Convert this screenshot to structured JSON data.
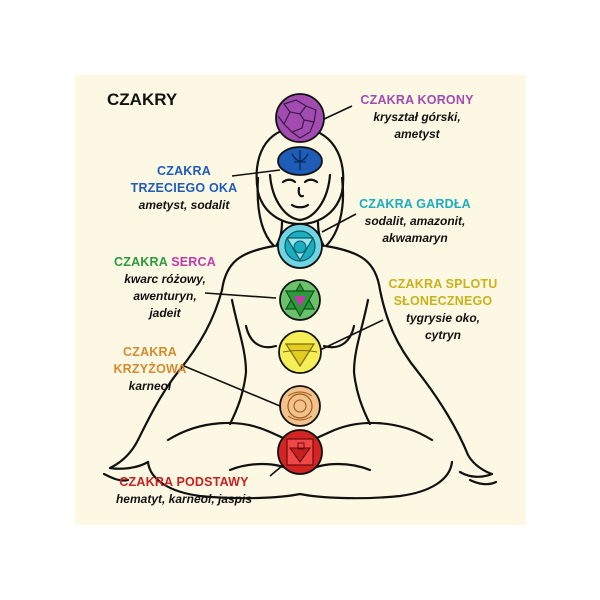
{
  "title": "CZAKRY",
  "colors": {
    "background": "#fdf8e4",
    "outline": "#111111",
    "crown": "#a24bb0",
    "third_eye": "#1e5cb8",
    "throat": "#19aec0",
    "heart_green": "#2a9a3a",
    "heart_pink": "#c23aa8",
    "solar": "#c9b21a",
    "sacral": "#d68a2e",
    "root": "#c62020"
  },
  "chakras": [
    {
      "key": "crown",
      "title": [
        "CZAKRA KORONY"
      ],
      "stones": [
        "kryształ górski,",
        "ametyst"
      ]
    },
    {
      "key": "third_eye",
      "title": [
        "CZAKRA",
        "TRZECIEGO OKA"
      ],
      "stones": [
        "ametyst, sodalit"
      ]
    },
    {
      "key": "throat",
      "title": [
        "CZAKRA GARDŁA"
      ],
      "stones": [
        "sodalit, amazonit,",
        "akwamaryn"
      ]
    },
    {
      "key": "heart",
      "title_prefix": "CZAKRA ",
      "title_accent": "SERCA",
      "stones": [
        "kwarc różowy,",
        "awenturyn,",
        "jadeit"
      ]
    },
    {
      "key": "solar",
      "title": [
        "CZAKRA SPLOTU",
        "SŁONECZNEGO"
      ],
      "stones": [
        "tygrysie oko,",
        "cytryn"
      ]
    },
    {
      "key": "sacral",
      "title": [
        "CZAKRA",
        "KRZYŻOWA"
      ],
      "stones": [
        "karneol"
      ]
    },
    {
      "key": "root",
      "title": [
        "CZAKRA PODSTAWY"
      ],
      "stones": [
        "hematyt, karneol, jaspis"
      ]
    }
  ]
}
